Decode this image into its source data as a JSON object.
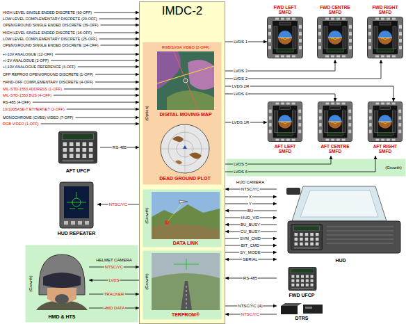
{
  "diagram": {
    "nodes": [
      {
        "text": [
          "IMDC-2"
        ]
      },
      {
        "text": [
          "(Option)"
        ],
        "in": 0
      },
      {
        "text": [
          "RGB/SVGA VIDEO (2-OFF)",
          "DIGITAL MOVING MAP"
        ],
        "in": 1
      },
      {
        "text": [
          "DEAD GROUND PLOT"
        ],
        "in": 1
      },
      {
        "text": [
          "(Growth)",
          "DATA LINK"
        ],
        "in": 0
      },
      {
        "text": [
          "(Growth)",
          "TERPROM®"
        ],
        "in": 0
      },
      {
        "text": [
          "FWD LEFT SMFD"
        ]
      },
      {
        "text": [
          "FWD CENTRE SMFD"
        ]
      },
      {
        "text": [
          "FWD RIGHT SMFD"
        ]
      },
      {
        "text": [
          "AFT LEFT SMFD"
        ]
      },
      {
        "text": [
          "AFT CENTRE SMFD"
        ]
      },
      {
        "text": [
          "AFT RIGHT SMFD"
        ]
      },
      {
        "text": [
          "(Growth)"
        ]
      },
      {
        "text": [
          "AFT UFCP"
        ]
      },
      {
        "text": [
          "HUD REPEATER"
        ]
      },
      {
        "text": [
          "(Growth)"
        ]
      },
      {
        "text": [
          "HMD & HTS"
        ],
        "in": 15
      },
      {
        "text": [
          "HUD"
        ]
      },
      {
        "text": [
          "FWD UFCP"
        ]
      },
      {
        "text": [
          "DTRS"
        ]
      }
    ],
    "edges": [
      {
        "from": 0,
        "to": 6,
        "arrow": "to",
        "label": "LVDS 1"
      },
      {
        "from": 0,
        "to": 7,
        "arrow": "to",
        "label": "LVDS 3"
      },
      {
        "from": 0,
        "to": 8,
        "arrow": "to",
        "label": "LVDS 2"
      },
      {
        "from": 0,
        "to": 11,
        "arrow": "to",
        "label": "LVDS 2R"
      },
      {
        "from": 0,
        "to": 10,
        "arrow": "to",
        "label": "LVDS 4"
      },
      {
        "from": 0,
        "to": 9,
        "arrow": "to",
        "label": "LVDS 1R"
      },
      {
        "from": 0,
        "to": 10,
        "arrow": "to",
        "label": "LVDS 5"
      },
      {
        "from": 0,
        "to": 11,
        "arrow": "to",
        "label": "LVDS 6"
      },
      {
        "from": 13,
        "to": 0,
        "arrow": "to",
        "label": "RS-485"
      },
      {
        "from": 0,
        "to": 14,
        "arrow": "to",
        "label": "NTSC/YC"
      },
      {
        "from": 16,
        "to": 0,
        "arrow": "to",
        "label": "NTSC/YC"
      },
      {
        "from": 0,
        "to": 16,
        "arrow": "to",
        "label": "LVDS"
      },
      {
        "from": 16,
        "to": 0,
        "arrow": "to",
        "label": "TRACKER"
      },
      {
        "from": 16,
        "to": 0,
        "arrow": "to",
        "label": "HMD DATA"
      },
      {
        "from": 17,
        "to": 0,
        "arrow": "to",
        "label": "NTSC/YC"
      },
      {
        "from": 0,
        "to": 17,
        "arrow": "to",
        "label": "X"
      },
      {
        "from": 0,
        "to": 17,
        "arrow": "to",
        "label": "Y"
      },
      {
        "from": 17,
        "to": 0,
        "arrow": "to",
        "label": "BU"
      },
      {
        "from": 0,
        "to": 17,
        "arrow": "to",
        "label": "HUD_VID"
      },
      {
        "from": 17,
        "to": 0,
        "arrow": "to",
        "label": "BU_BUSY"
      },
      {
        "from": 17,
        "to": 0,
        "arrow": "to",
        "label": "CU_BUSY"
      },
      {
        "from": 0,
        "to": 17,
        "arrow": "to",
        "label": "SYM_CMD"
      },
      {
        "from": 0,
        "to": 17,
        "arrow": "to",
        "label": "BIT_CMD"
      },
      {
        "from": 0,
        "to": 17,
        "arrow": "to",
        "label": "SY_MODE"
      },
      {
        "from": 0,
        "to": 17,
        "arrow": "both",
        "label": "SERIAL"
      },
      {
        "from": 18,
        "to": 0,
        "arrow": "to",
        "label": "RS-485"
      },
      {
        "from": 0,
        "to": 19,
        "arrow": "to",
        "label": "NTSC/YC (4)"
      },
      {
        "from": 19,
        "to": 0,
        "arrow": "to",
        "label": "NTSC/YC"
      }
    ],
    "labels": [
      "HIGH LEVEL SINGLE ENDED DISCRETE (60-OFF)",
      "LOW LEVEL COMPLEMENTARY DISCRETE (20-OFF)",
      "OPEN/GROUND SINGLE ENDED DISCRETE (39-OFF)",
      "HIGH LEVEL SINGLE ENDED DISCRETE (16-OFF)",
      "LOW LEVEL COMPLEMENTARY DISCRETE (25-OFF)",
      "OPEN/GROUND SINGLE ENDED DISCRETE (24-OFF)",
      "+/-10V ANALOGUE (12-OFF)",
      "+/-2V ANALOGUE (2-OFF)",
      "+/-10V ANALOGUE REFERENCE (4-OFF)",
      "OFP REPROG OPEN/GROUND DISCRETE (1-OFF)",
      "HAND-OFF COMPLEMENTARY DISCRETE (4-OFF)",
      "MIL-STD-1553 ADDRESS (1-OFF)",
      "MIL-STD-1553 BUS (4-OFF)",
      "RS-485 (4-OFF)",
      "10/100BASE-T ETHERNET (2-OFF)",
      "MONOCHROME (CVBS) VIDEO (7-OFF)",
      "RGB VIDEO (1-OFF)",
      "HUD CAMERA",
      "HELMET CAMERA"
    ]
  }
}
